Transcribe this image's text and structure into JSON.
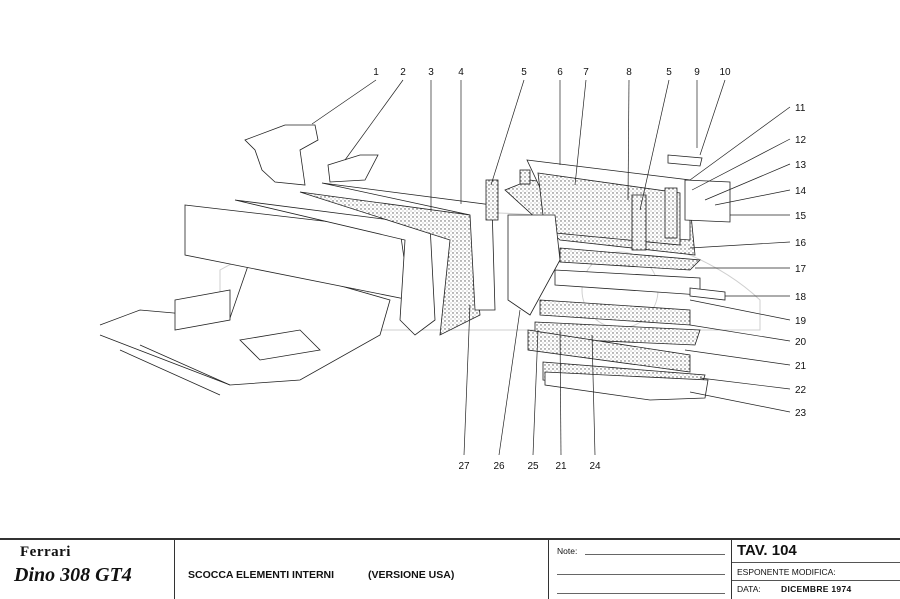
{
  "diagram": {
    "callouts_top": [
      "1",
      "2",
      "3",
      "4",
      "5",
      "6",
      "7",
      "8",
      "5",
      "9",
      "10"
    ],
    "callouts_right": [
      "11",
      "12",
      "13",
      "14",
      "15",
      "16",
      "17",
      "18",
      "19",
      "20",
      "21",
      "22",
      "23"
    ],
    "callouts_bottom": [
      "27",
      "26",
      "25",
      "21",
      "24"
    ]
  },
  "titleblock": {
    "brand": "Ferrari",
    "model": "Dino 308 GT4",
    "description": "SCOCCA ELEMENTI INTERNI",
    "version": "(VERSIONE USA)",
    "note_label": "Note:",
    "table": "TAV. 104",
    "modification_label": "ESPONENTE MODIFICA:",
    "date_label": "DATA:",
    "date_value": "DICEMBRE 1974"
  },
  "colors": {
    "ink": "#111111",
    "ghost": "#cfcfcf",
    "stipple": "#555555"
  }
}
